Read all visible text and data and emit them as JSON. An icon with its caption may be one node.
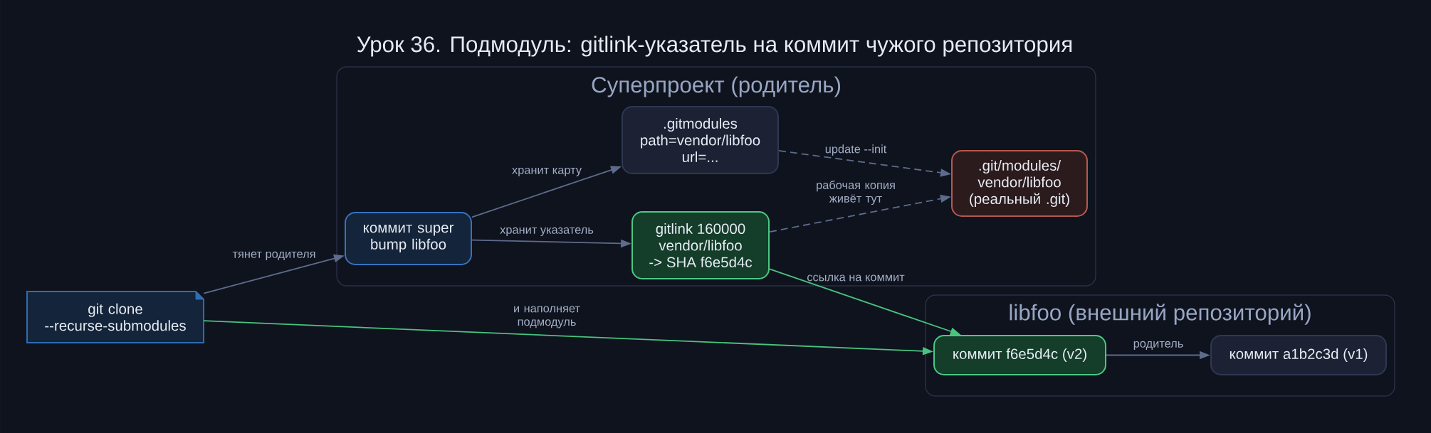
{
  "diagram": {
    "title": "Урок 36. Подмодуль: gitlink-указатель на коммит чужого репозитория",
    "nodes": [
      {
        "text": [
          "Суперпроект (родитель)"
        ]
      },
      {
        "text": [
          "коммит super bump libfoo"
        ],
        "in": 0
      },
      {
        "text": [
          ".gitmodules path=vendor/libfoo url=..."
        ],
        "in": 0
      },
      {
        "text": [
          "gitlink 160000 vendor/libfoo -> SHA f6e5d4c"
        ],
        "in": 0
      },
      {
        "text": [
          ".git/modules/ vendor/libfoo (реальный .git)"
        ],
        "in": 0
      },
      {
        "text": [
          "git clone --recurse-submodules"
        ]
      },
      {
        "text": [
          "libfoo (внешний репозиторий)"
        ]
      },
      {
        "text": [
          "коммит f6e5d4c (v2)"
        ],
        "in": 6
      },
      {
        "text": [
          "коммит a1b2c3d (v1)"
        ],
        "in": 6
      }
    ],
    "edges": [
      {
        "from": 5,
        "to": 1,
        "arrow": "to",
        "label": "тянет родителя"
      },
      {
        "from": 1,
        "to": 2,
        "arrow": "to",
        "label": "хранит карту"
      },
      {
        "from": 1,
        "to": 3,
        "arrow": "to",
        "label": "хранит указатель"
      },
      {
        "from": 2,
        "to": 4,
        "arrow": "to",
        "label": "update --init",
        "style": "dashed"
      },
      {
        "from": 3,
        "to": 4,
        "arrow": "to",
        "label": "рабочая копия живёт тут",
        "style": "dashed"
      },
      {
        "from": 3,
        "to": 7,
        "arrow": "to",
        "label": "ссылка на коммит",
        "color": "#48c47f"
      },
      {
        "from": 5,
        "to": 7,
        "arrow": "to",
        "label": "и наполняет подмодуль",
        "color": "#48c47f"
      },
      {
        "from": 7,
        "to": 8,
        "arrow": "to",
        "label": "родитель"
      }
    ]
  }
}
